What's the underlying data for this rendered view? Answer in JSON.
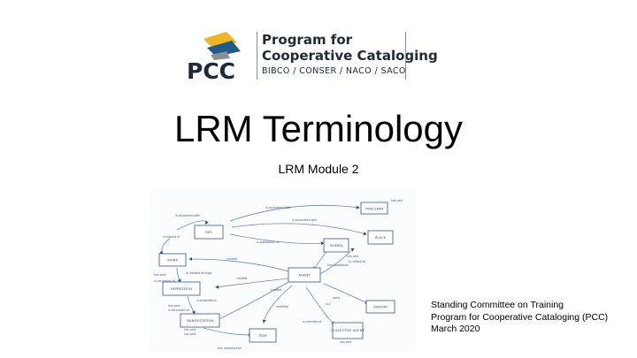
{
  "logo": {
    "abbr": "PCC",
    "name_line1": "Program for",
    "name_line2": "Cooperative Cataloging",
    "programs": "BIBCO / CONSER / NACO / SACO"
  },
  "slide": {
    "title": "LRM Terminology",
    "subtitle": "LRM Module 2"
  },
  "diagram": {
    "entities": [
      "TIME-SPAN",
      "RES",
      "PLACE",
      "NOMEN",
      "WORK",
      "AGENT",
      "EXPRESSION",
      "PERSON",
      "MANIFESTATION",
      "ITEM",
      "COLLECTIVE AGENT"
    ],
    "relationships": [
      "has part",
      "is associated with",
      "is associated with",
      "is associated with",
      "is appellation of",
      "is subject of",
      "created",
      "is realized through",
      "is embodied in",
      "has appellation",
      "has part",
      "is related to",
      "is member of",
      "has part",
      "created",
      "created",
      "owns",
      "modified",
      "has part",
      "is derivation of",
      "has part",
      "is derivation of",
      "has part",
      "has part",
      "has reproduction",
      "is a"
    ]
  },
  "info": {
    "line1": "Standing Committee on Training",
    "line2": "Program for Cooperative Cataloging (PCC)",
    "line3": "March 2020"
  }
}
